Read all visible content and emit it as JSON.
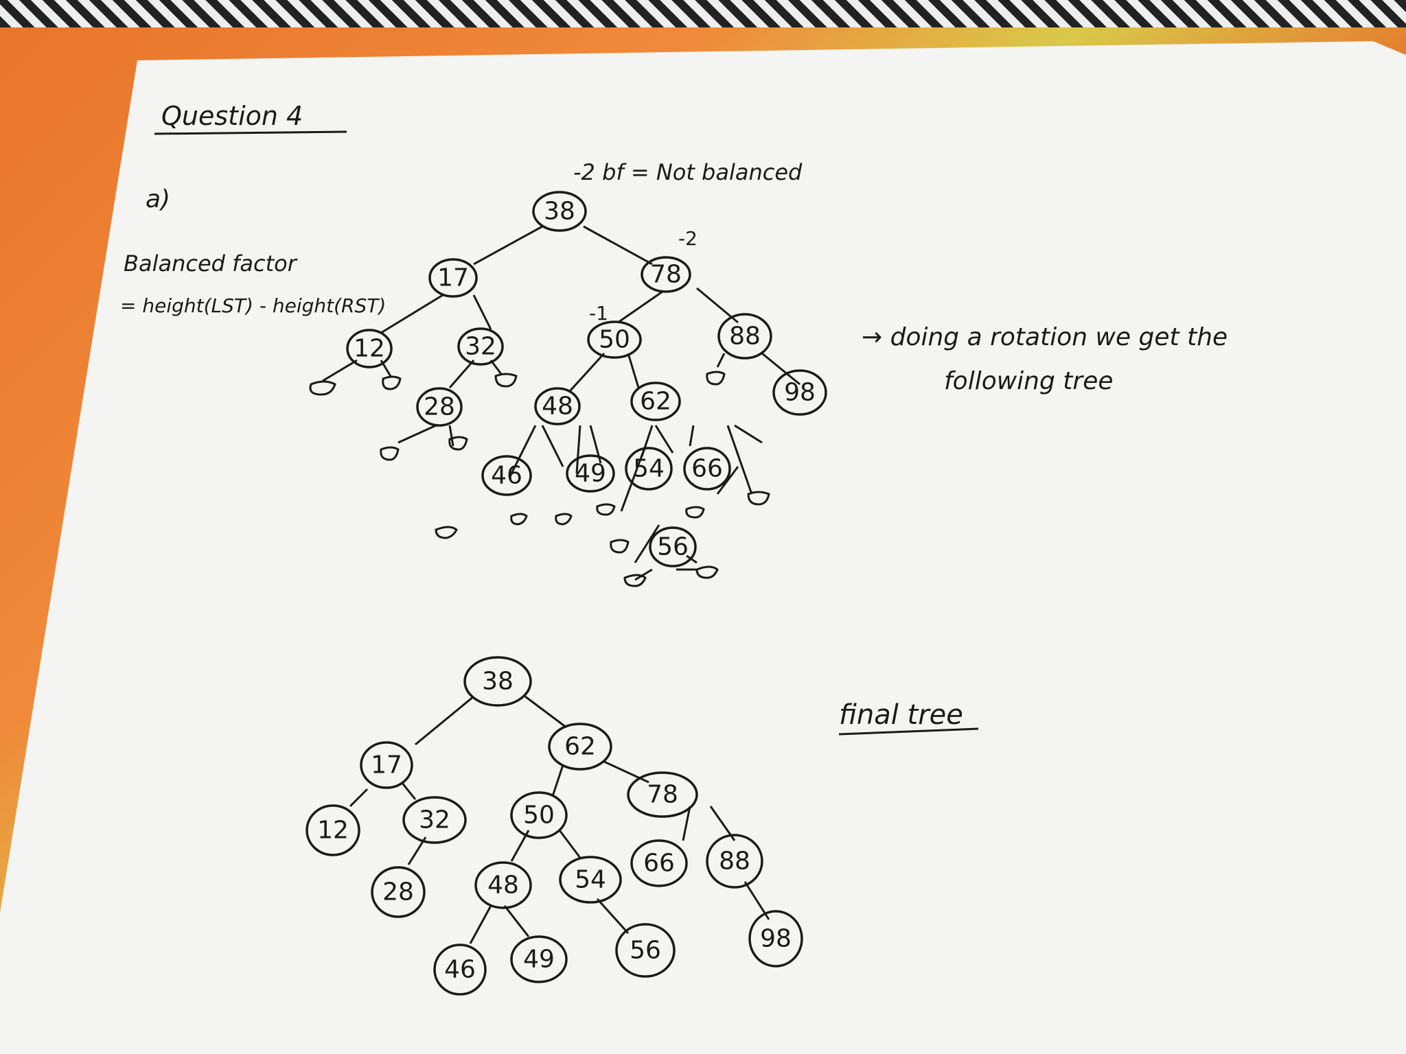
{
  "heading": "Question 4",
  "part": "a)",
  "formula": {
    "line1": "Balanced factor",
    "line2": "= height(LST) - height(RST)"
  },
  "root_note": "-2  bf =  Not balanced",
  "bf_78": "-2",
  "bf_50": "-1",
  "rotation_note": {
    "line1": "→  doing  a  rotation  we  get  the",
    "line2": "following  tree"
  },
  "final_label": "final tree",
  "tree1": {
    "nodes": [
      "38",
      "17",
      "78",
      "12",
      "32",
      "50",
      "88",
      "28",
      "48",
      "62",
      "98",
      "46",
      "49",
      "54",
      "66",
      "56"
    ]
  },
  "tree2": {
    "nodes": [
      "38",
      "17",
      "62",
      "12",
      "32",
      "50",
      "78",
      "28",
      "48",
      "54",
      "66",
      "88",
      "46",
      "49",
      "56",
      "98"
    ]
  }
}
